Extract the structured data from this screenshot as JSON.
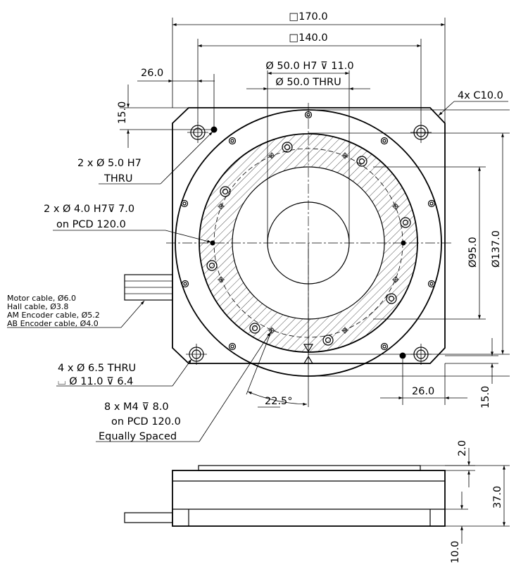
{
  "dims": {
    "square_170": "□170.0",
    "square_140": "□140.0",
    "bore_h7": "Ø 50.0 H7 ⊽ 11.0",
    "bore_thru": "Ø 50.0 THRU",
    "chamfer": "4x C10.0",
    "d26_top": "26.0",
    "d15_top": "15.0",
    "pin5_line1": "2 x Ø 5.0 H7",
    "pin5_line2": "THRU",
    "pin4_line1": "2 x Ø 4.0 H7⊽ 7.0",
    "pin4_line2": "on PCD 120.0",
    "dia95": "Ø95.0",
    "dia137": "Ø137.0",
    "mount_line1": "4 x Ø 6.5 THRU",
    "mount_line2": "⌴ Ø 11.0 ⊽ 6.4",
    "angle": "22.5°",
    "tap_line1": "8 x M4 ⊽ 8.0",
    "tap_line2": "on PCD 120.0",
    "tap_line3": "Equally Spaced",
    "d26_bottom": "26.0",
    "d15_bottom": "15.0",
    "d2": "2.0",
    "d37": "37.0",
    "d10": "10.0"
  },
  "cables": {
    "motor": "Motor cable, Ø6.0",
    "hall": "Hall cable, Ø3.8",
    "am": "AM Encoder cable, Ø5.2",
    "ab": "AB Encoder cable, Ø4.0"
  }
}
